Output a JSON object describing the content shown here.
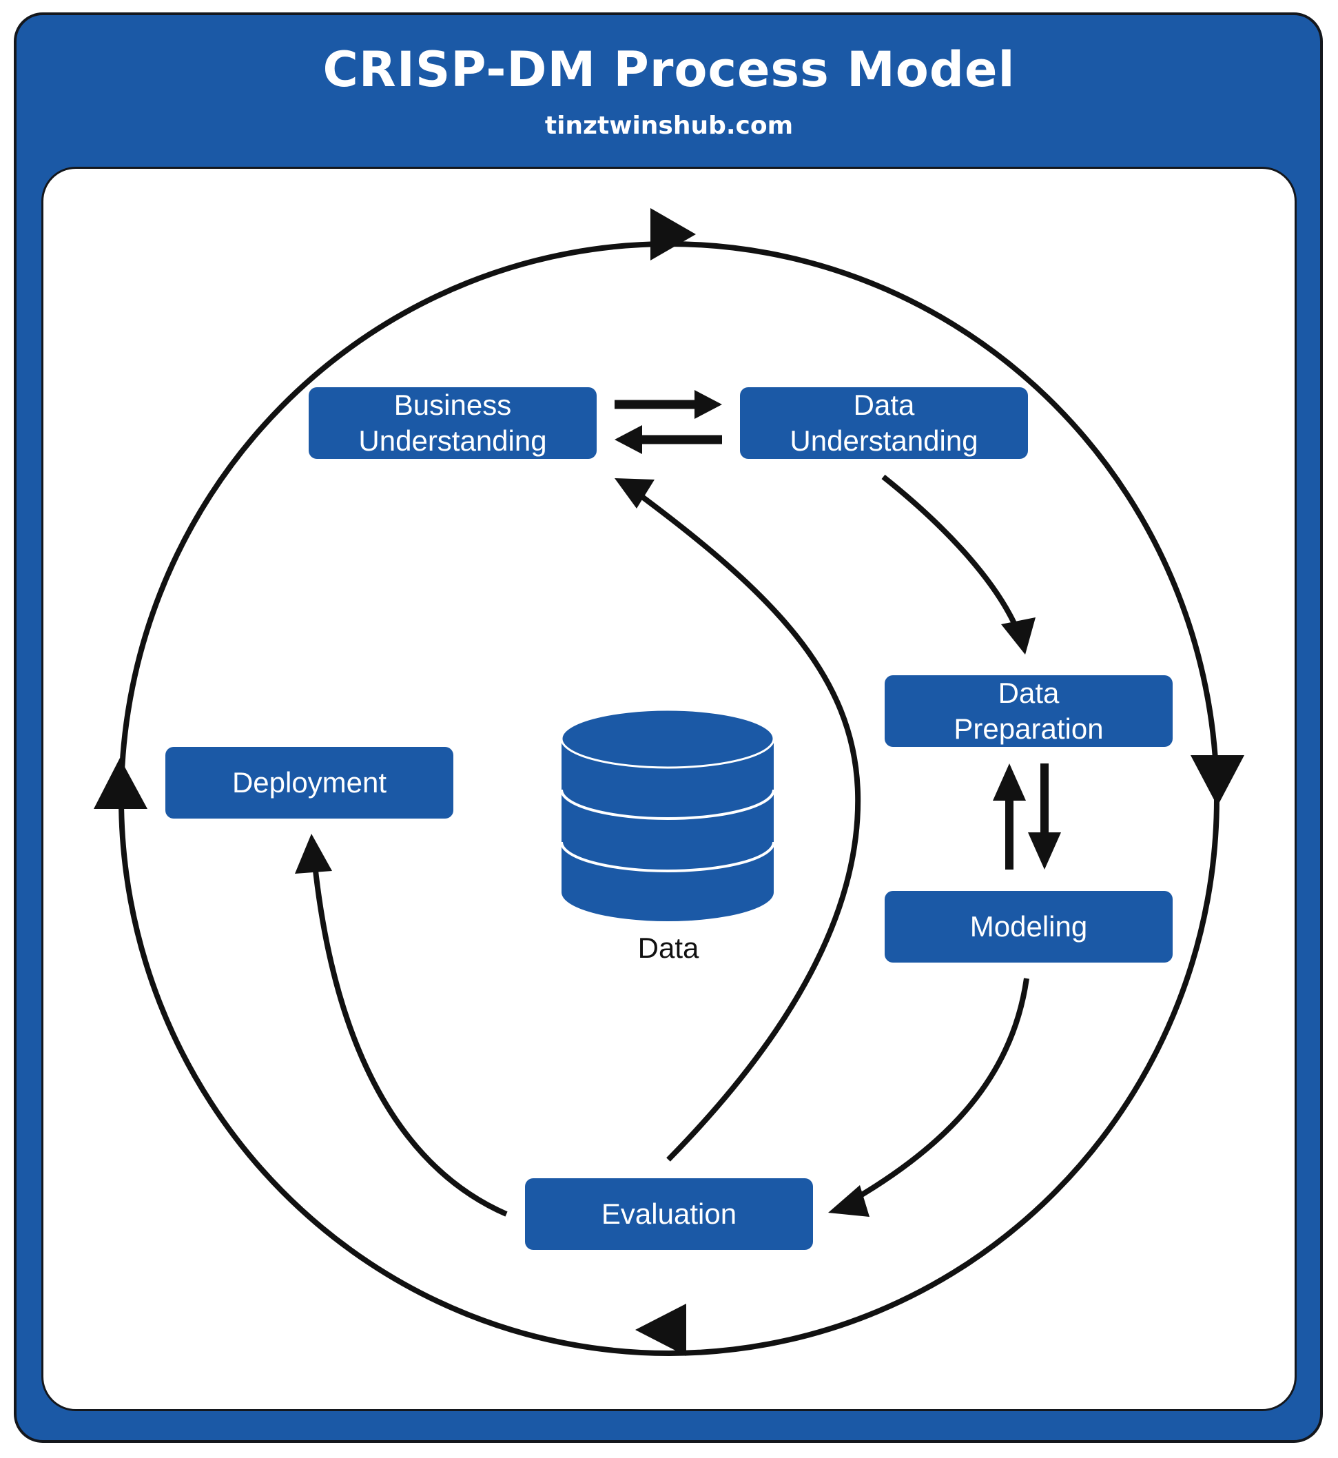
{
  "header": {
    "title": "CRISP-DM Process Model",
    "subtitle": "tinztwinshub.com"
  },
  "stages": {
    "business_understanding": "Business\nUnderstanding",
    "data_understanding": "Data\nUnderstanding",
    "data_preparation": "Data\nPreparation",
    "modeling": "Modeling",
    "evaluation": "Evaluation",
    "deployment": "Deployment"
  },
  "center": {
    "data_label": "Data"
  },
  "colors": {
    "brand_blue": "#1b59a6",
    "ink": "#111111",
    "background": "#ffffff"
  },
  "icons": {
    "center_icon": "database-icon"
  }
}
